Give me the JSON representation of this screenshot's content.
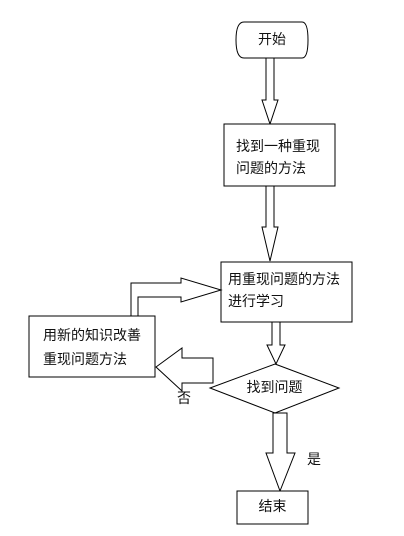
{
  "flowchart": {
    "nodes": [
      {
        "id": "start",
        "shape": "terminal",
        "lines": [
          "开始"
        ]
      },
      {
        "id": "find-method",
        "shape": "process",
        "lines": [
          "找到一种重现",
          "问题的方法"
        ]
      },
      {
        "id": "learn",
        "shape": "process",
        "lines": [
          "用重现问题的方法",
          "进行学习"
        ]
      },
      {
        "id": "decision",
        "shape": "decision",
        "lines": [
          "找到问题"
        ]
      },
      {
        "id": "improve",
        "shape": "process",
        "lines": [
          "用新的知识改善",
          "重现问题方法"
        ]
      },
      {
        "id": "end",
        "shape": "process",
        "lines": [
          "结束"
        ]
      }
    ],
    "labels": {
      "no": "否",
      "yes": "是"
    },
    "colors": {
      "stroke": "#000000",
      "fill": "#ffffff"
    }
  }
}
